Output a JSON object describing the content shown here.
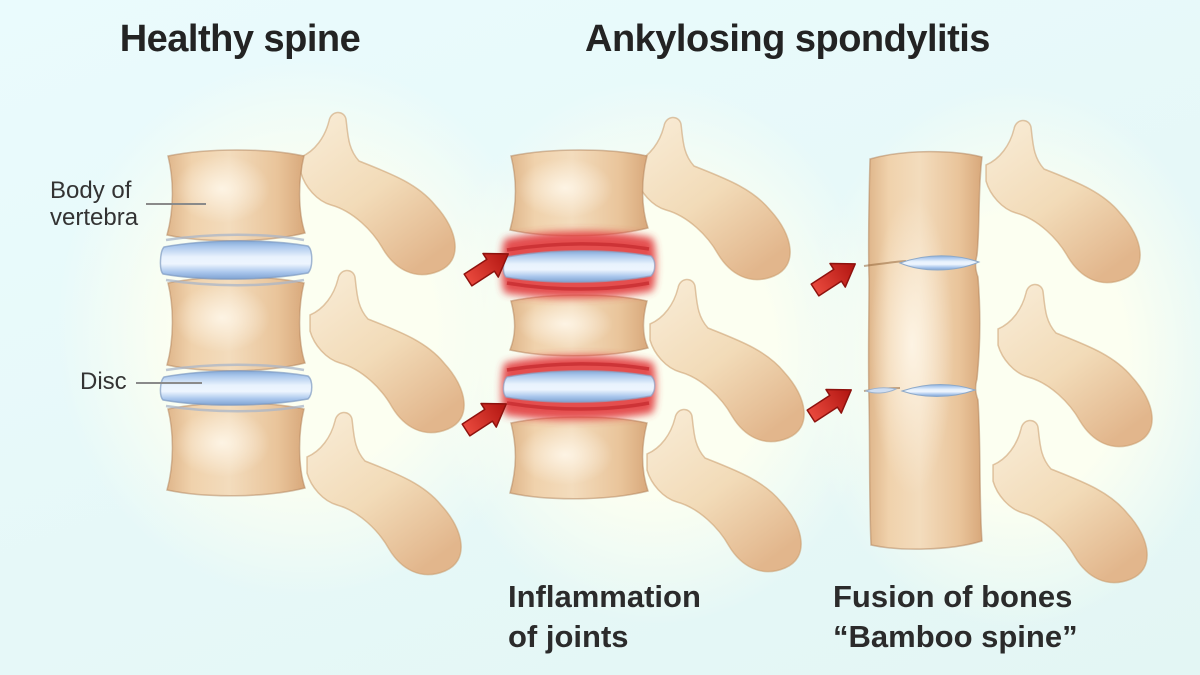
{
  "titles": {
    "healthy": "Healthy spine",
    "ankylosing": "Ankylosing spondylitis"
  },
  "annotations": {
    "body_of_vertebra": {
      "line1": "Body of",
      "line2": "vertebra"
    },
    "disc": "Disc"
  },
  "captions": {
    "inflammation": {
      "line1": "Inflammation",
      "line2": "of joints"
    },
    "fusion": {
      "line1": "Fusion of bones",
      "line2": "“Bamboo spine”"
    }
  },
  "colors": {
    "background": "#e6f7f6",
    "halo": "#fcfff1",
    "bone_tan": "#eec9a0",
    "bone_light": "#f8ecd8",
    "bone_shadow": "#d9a97c",
    "disc_blue": "#8fb3e2",
    "disc_center": "#ecf4fd",
    "inflammation_red": "#e23b3d",
    "arrow_red": "#c9221c",
    "text": "#262626",
    "pointer_line": "#8a8a8a"
  }
}
